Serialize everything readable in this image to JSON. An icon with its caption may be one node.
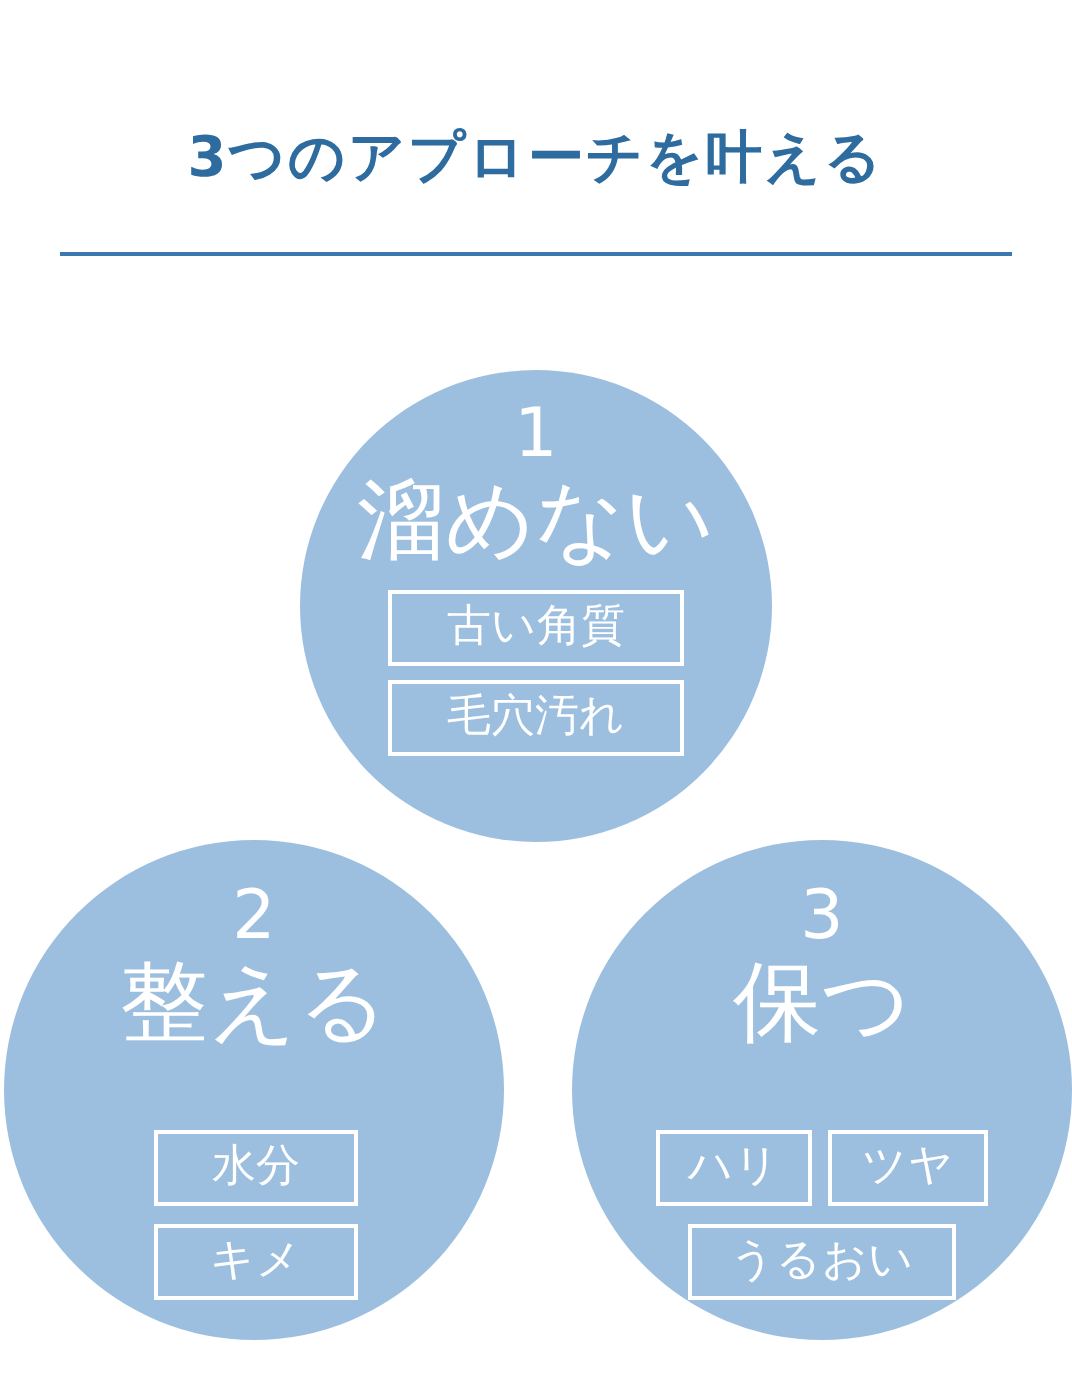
{
  "diagram": {
    "title": "3つのアプローチを叶える",
    "nodes": [
      {
        "text": [
          "1",
          "溜めない"
        ]
      },
      {
        "text": [
          "古い角質"
        ],
        "in": 0
      },
      {
        "text": [
          "毛穴汚れ"
        ],
        "in": 0
      },
      {
        "text": [
          "2",
          "整える"
        ]
      },
      {
        "text": [
          "水分"
        ],
        "in": 3
      },
      {
        "text": [
          "キメ"
        ],
        "in": 3
      },
      {
        "text": [
          "3",
          "保つ"
        ]
      },
      {
        "text": [
          "ハリ"
        ],
        "in": 6
      },
      {
        "text": [
          "ツヤ"
        ],
        "in": 6
      },
      {
        "text": [
          "うるおい"
        ],
        "in": 6
      }
    ]
  }
}
